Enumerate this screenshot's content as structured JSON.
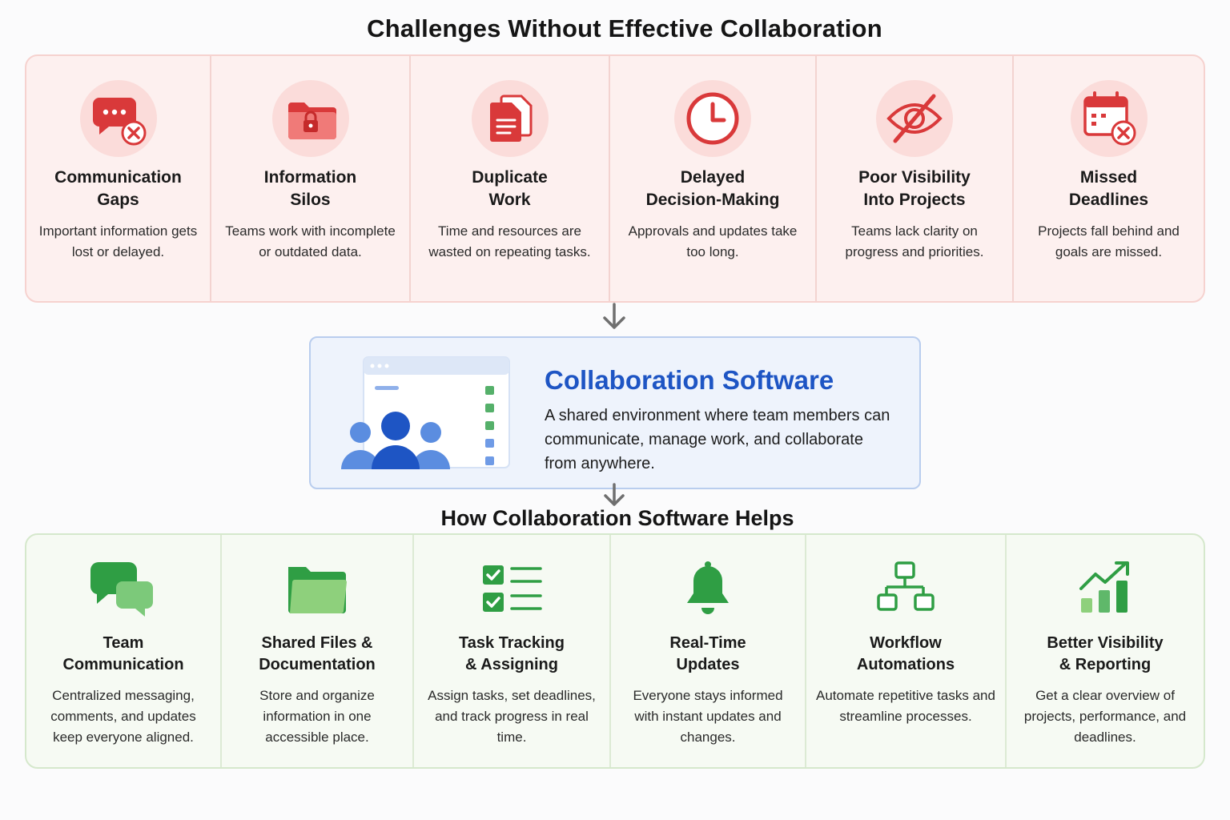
{
  "title": "Challenges Without Effective Collaboration",
  "challenges": [
    {
      "icon": "chat-error-icon",
      "title_line1": "Communication",
      "title_line2": "Gaps",
      "desc": "Important information gets lost or delayed."
    },
    {
      "icon": "locked-folder-icon",
      "title_line1": "Information",
      "title_line2": "Silos",
      "desc": "Teams work with incomplete or outdated data."
    },
    {
      "icon": "duplicate-documents-icon",
      "title_line1": "Duplicate",
      "title_line2": "Work",
      "desc": "Time and resources are wasted on repeating tasks."
    },
    {
      "icon": "clock-icon",
      "title_line1": "Delayed",
      "title_line2": "Decision-Making",
      "desc": "Approvals and updates take too long."
    },
    {
      "icon": "eye-slash-icon",
      "title_line1": "Poor Visibility",
      "title_line2": "Into Projects",
      "desc": "Teams lack clarity on progress and priorities."
    },
    {
      "icon": "calendar-error-icon",
      "title_line1": "Missed",
      "title_line2": "Deadlines",
      "desc": "Projects fall behind and goals are missed."
    }
  ],
  "software": {
    "title": "Collaboration Software",
    "desc": "A shared environment where team members can communicate, manage work, and collaborate from anywhere."
  },
  "helps_title": "How Collaboration Software Helps",
  "benefits": [
    {
      "icon": "chat-bubbles-icon",
      "title_line1": "Team",
      "title_line2": "Communication",
      "desc": "Centralized messaging, comments, and updates keep everyone aligned."
    },
    {
      "icon": "folder-icon",
      "title_line1": "Shared Files &",
      "title_line2": "Documentation",
      "desc": "Store and organize information in one accessible place."
    },
    {
      "icon": "checklist-icon",
      "title_line1": "Task Tracking",
      "title_line2": "& Assigning",
      "desc": "Assign tasks, set deadlines, and track progress in real time."
    },
    {
      "icon": "bell-icon",
      "title_line1": "Real-Time",
      "title_line2": "Updates",
      "desc": "Everyone stays informed with instant updates and changes."
    },
    {
      "icon": "workflow-icon",
      "title_line1": "Workflow",
      "title_line2": "Automations",
      "desc": "Automate repetitive tasks and streamline processes."
    },
    {
      "icon": "growth-chart-icon",
      "title_line1": "Better Visibility",
      "title_line2": "& Reporting",
      "desc": "Get a clear overview of projects, performance, and deadlines."
    }
  ],
  "colors": {
    "challenge_red": "#d9393a",
    "software_blue": "#1e55c4",
    "benefit_green": "#2f9e44"
  }
}
